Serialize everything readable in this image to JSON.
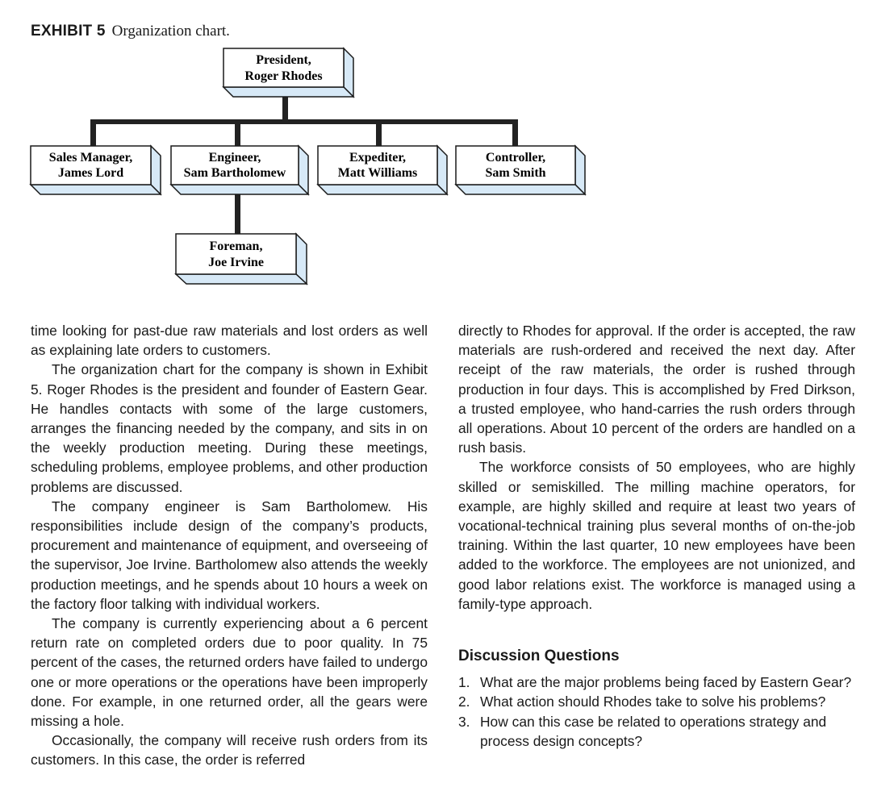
{
  "exhibit": {
    "number": "EXHIBIT 5",
    "caption": "Organization chart."
  },
  "org_chart": {
    "president": {
      "title": "President,",
      "name": "Roger Rhodes"
    },
    "sales_manager": {
      "title": "Sales Manager,",
      "name": "James Lord"
    },
    "engineer": {
      "title": "Engineer,",
      "name": "Sam Bartholomew"
    },
    "expediter": {
      "title": "Expediter,",
      "name": "Matt Williams"
    },
    "controller": {
      "title": "Controller,",
      "name": "Sam Smith"
    },
    "foreman": {
      "title": "Foreman,",
      "name": "Joe Irvine"
    }
  },
  "left_column": [
    "time looking for past-due raw materials and lost orders as well as explaining late orders to customers.",
    "The organization chart for the company is shown in Exhibit 5. Roger Rhodes is the president and founder of Eastern Gear. He handles contacts with some of the large customers, arranges the financing needed by the company, and sits in on the weekly production meeting. During these meetings, scheduling problems, employee problems, and other production problems are discussed.",
    "The company engineer is Sam Bartholomew. His responsibilities include design of the company’s products, procurement and maintenance of equipment, and overseeing of the supervisor, Joe Irvine. Bartholomew also attends the weekly production meetings, and he spends about 10 hours a week on the factory floor talking with individual workers.",
    "The company is currently experiencing about a 6 percent return rate on completed orders due to poor quality. In 75 percent of the cases, the returned orders have failed to undergo one or more operations or the operations have been improperly done. For example, in one returned order, all the gears were missing a hole.",
    "Occasionally, the company will receive rush orders from its customers. In this case, the order is referred"
  ],
  "right_column": [
    "directly to Rhodes for approval. If the order is accepted, the raw materials are rush-ordered and received the next day. After receipt of the raw materials, the order is rushed through production in four days. This is accomplished by Fred Dirkson, a trusted employee, who hand-carries the rush orders through all operations. About 10 percent of the orders are handled on a rush basis.",
    "The workforce consists of 50 employees, who are highly skilled or semiskilled. The milling machine operators, for example, are highly skilled and require at least two years of vocational-technical training plus several months of on-the-job training. Within the last quarter, 10 new employees have been added to the workforce. The employees are not unionized, and good labor relations exist. The workforce is managed using a family-type approach."
  ],
  "discussion": {
    "title": "Discussion Questions",
    "questions": [
      {
        "num": "1.",
        "text": "What are the major problems being faced by Eastern Gear?"
      },
      {
        "num": "2.",
        "text": "What action should Rhodes take to solve his problems?"
      },
      {
        "num": "3.",
        "text": "How can this case be related to operations strategy and process design concepts?"
      }
    ]
  }
}
